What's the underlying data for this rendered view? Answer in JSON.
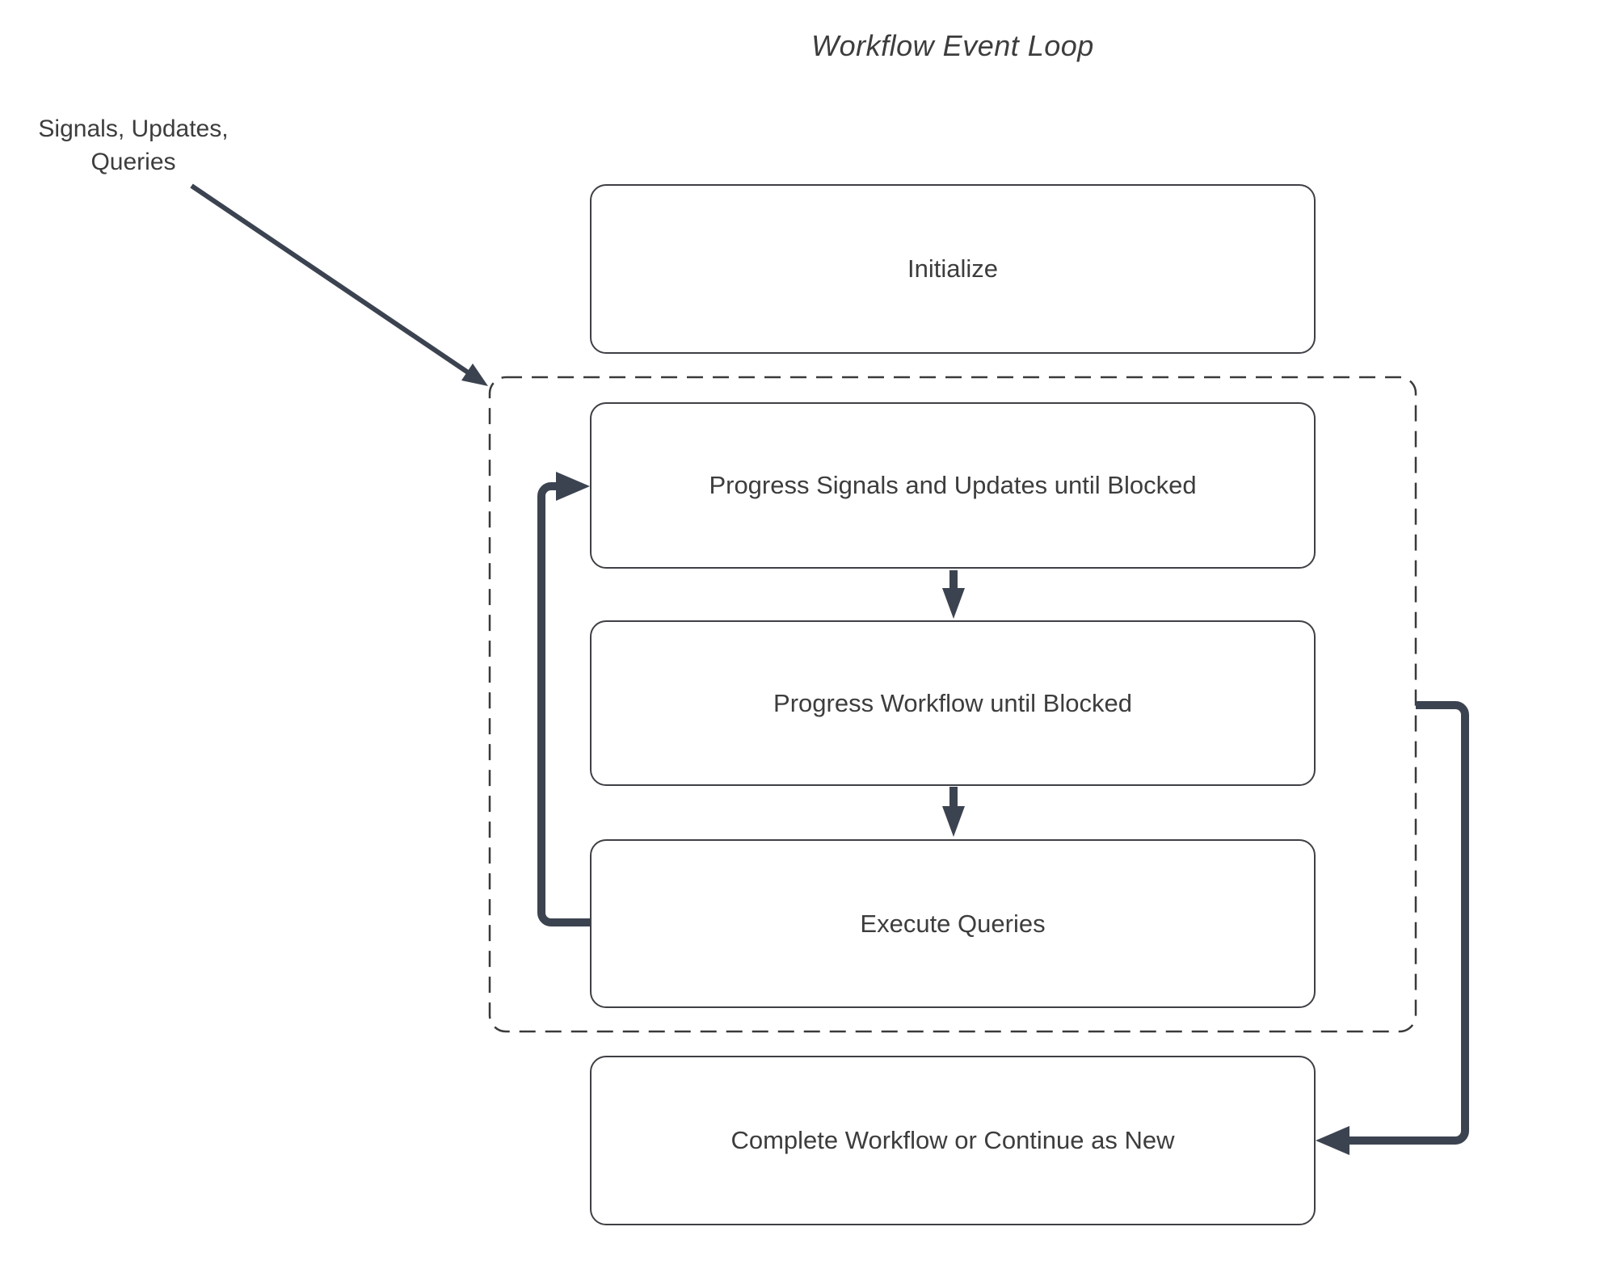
{
  "diagram": {
    "title": "Workflow Event Loop",
    "external_input_label": "Signals, Updates,\nQueries",
    "nodes": {
      "initialize": {
        "label": "Initialize"
      },
      "progress_signals": {
        "label": "Progress Signals and Updates until Blocked"
      },
      "progress_workflow": {
        "label": "Progress Workflow until Blocked"
      },
      "execute_queries": {
        "label": "Execute Queries"
      },
      "complete_workflow": {
        "label": "Complete Workflow or Continue as New"
      }
    },
    "edges": {
      "input_to_loop": "Signals/Updates/Queries into event loop",
      "signals_to_workflow": "down arrow",
      "workflow_to_queries": "down arrow",
      "queries_back_to_signals": "loop back arrow",
      "loop_to_complete": "exit arrow"
    },
    "colors": {
      "background": "#ffffff",
      "node_border": "#3f4045",
      "dashed_border": "#3a3a3a",
      "text": "#3d3d3d",
      "arrow": "#3c4350"
    }
  }
}
